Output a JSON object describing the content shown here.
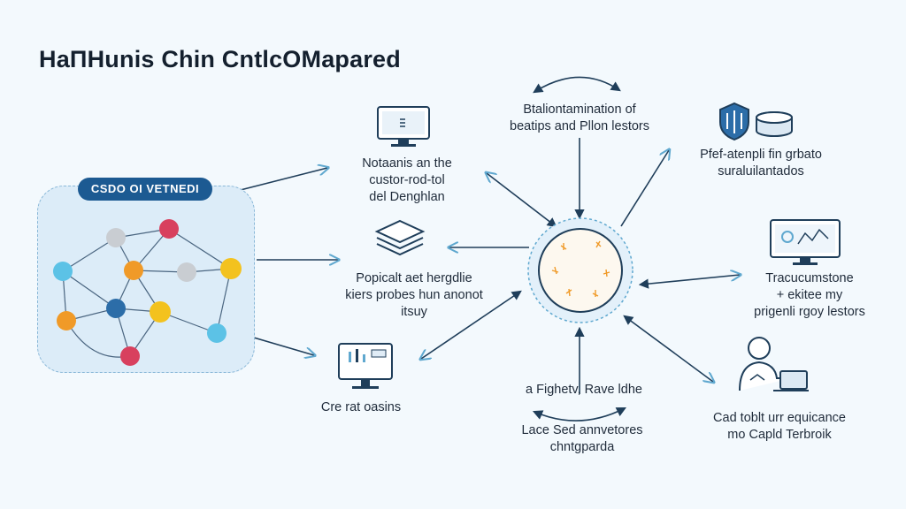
{
  "title": "HaΠHunis Chin CntlcOMapared",
  "badge": "CSDO OI VETNEDI",
  "labels": {
    "top_left": [
      "Notaanis an the",
      "custor-rod-tol",
      "del Denghlan"
    ],
    "mid_left": [
      "Popicalt aet hergdlie",
      "kiers probes hun anonot",
      "itsuy"
    ],
    "bottom_left": [
      "Cre rat oasins"
    ],
    "top_center": [
      "Btaliontamination of",
      "beatips and Pllon lestors"
    ],
    "top_right": [
      "Pfef-atenpli fin grbato",
      "suraluilantados"
    ],
    "mid_right": [
      "Tracucumstone",
      "+ ekitee my",
      "prigenli rgoy lestors"
    ],
    "bottom_center_top": [
      "a Fighetv, Rave ldhe"
    ],
    "bottom_center": [
      "Lace Sed annvetores",
      "chntgpardа"
    ],
    "bottom_right": [
      "Cad toblt urr equicance",
      "mo Capld Terbroik"
    ]
  },
  "colors": {
    "accent": "#1c5a92",
    "line": "#1f3e5a",
    "panel": "#dcecf8",
    "node_red": "#d8405e",
    "node_orange": "#f09a28",
    "node_yellow": "#f3c21e",
    "node_blue": "#2c6da8",
    "node_teal": "#5cc2e6",
    "node_gray": "#c9cdd2"
  },
  "icons": {
    "monitor_top": "monitor-icon",
    "stack": "layer-stack-icon",
    "monitor_bottom": "chart-monitor-icon",
    "shield": "shield-icon",
    "database": "database-icon",
    "dashboard": "dashboard-monitor-icon",
    "person": "person-laptop-icon",
    "hub": "hub-circle-icon"
  }
}
